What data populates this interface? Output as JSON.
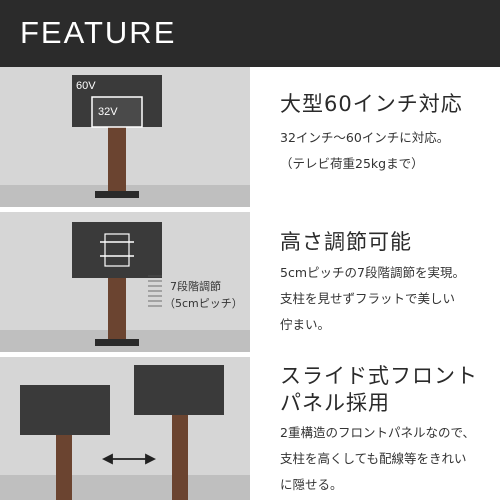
{
  "header": {
    "title": "FEATURE"
  },
  "feature1": {
    "title": "大型60インチ対応",
    "desc": [
      "32インチ〜60インチに対応。",
      "（テレビ荷重25kgまで）"
    ],
    "label_large": "60V",
    "label_small": "32V"
  },
  "feature2": {
    "title": "高さ調節可能",
    "desc": [
      "5cmピッチの7段階調節を実現。",
      "支柱を見せずフラットで美しい",
      "佇まい。"
    ],
    "label_line1": "7段階調節",
    "label_line2": "（5cmピッチ）"
  },
  "feature3": {
    "title_line1": "スライド式フロント",
    "title_line2": "パネル採用",
    "desc": [
      "2重構造のフロントパネルなので、",
      "支柱を高くしても配線等をきれい",
      "に隠せる。"
    ]
  },
  "colors": {
    "header_bg": "#2b2b2b",
    "panel_bg": "#d4d4d4",
    "floor": "#bdbdbd",
    "wood": "#6b4430",
    "tv": "#3a3a3a"
  }
}
